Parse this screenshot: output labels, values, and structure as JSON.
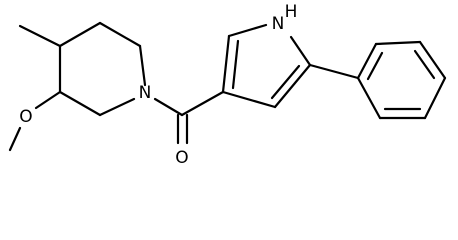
{
  "molecule": {
    "atom_labels": {
      "nitrogen_ring": "N",
      "nitrogen_pyrrole": "N",
      "hydrogen_pyrrole": "H",
      "oxygen_methoxy": "O",
      "oxygen_carbonyl": "O"
    }
  }
}
